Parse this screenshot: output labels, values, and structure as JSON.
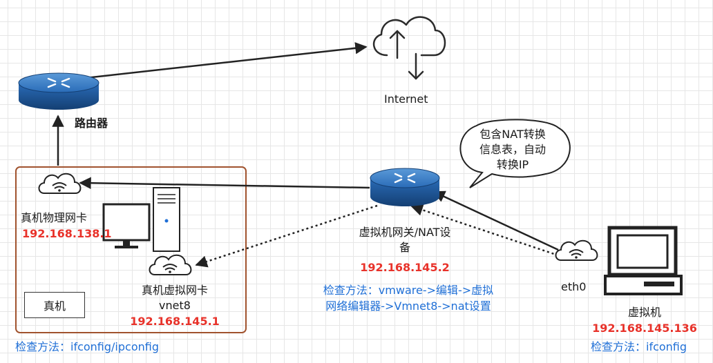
{
  "diagram": {
    "internet_label": "Internet",
    "router_label": "路由器",
    "host_physical_nic": {
      "label": "真机物理网卡",
      "ip": "192.168.138.1"
    },
    "host_virtual_nic": {
      "label": "真机虚拟网卡",
      "sublabel": "vnet8",
      "ip": "192.168.145.1"
    },
    "host_box_label": "真机",
    "host_check": "检查方法：ifconfig/ipconfig",
    "nat_gateway": {
      "label_line1": "虚拟机网关/NAT设",
      "label_line2": "备",
      "ip": "192.168.145.2",
      "check_line1": "检查方法：vmware->编辑->虚拟",
      "check_line2": "网络编辑器->Vmnet8->nat设置"
    },
    "bubble": {
      "line1": "包含NAT转换",
      "line2": "信息表，自动",
      "line3": "转换IP"
    },
    "vm": {
      "nic_label": "eth0",
      "label": "虚拟机",
      "ip": "192.168.145.136",
      "check": "检查方法：ifconfig"
    },
    "colors": {
      "router_blue": "#1f5fa8",
      "ip_red": "#e8322a",
      "check_blue": "#1f6fd6",
      "host_container_border": "#a0522d"
    }
  }
}
